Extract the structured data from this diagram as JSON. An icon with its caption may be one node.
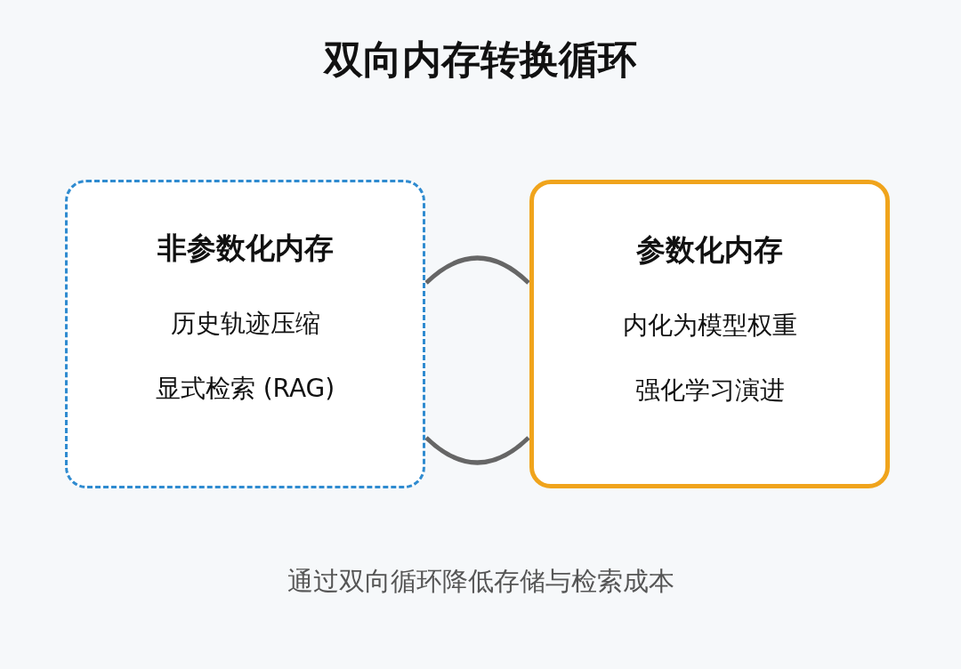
{
  "diagram": {
    "title": "双向内存转换循环",
    "caption": "通过双向循环降低存储与检索成本",
    "nodes": [
      {
        "text": [
          "非参数化内存",
          "历史轨迹压缩",
          "显式检索 (RAG)"
        ]
      },
      {
        "text": [
          "参数化内存",
          "内化为模型权重",
          "强化学习演进"
        ]
      }
    ],
    "edges": [
      {
        "from": 0,
        "to": 1,
        "arrow": "none"
      },
      {
        "from": 1,
        "to": 0,
        "arrow": "none"
      }
    ]
  }
}
